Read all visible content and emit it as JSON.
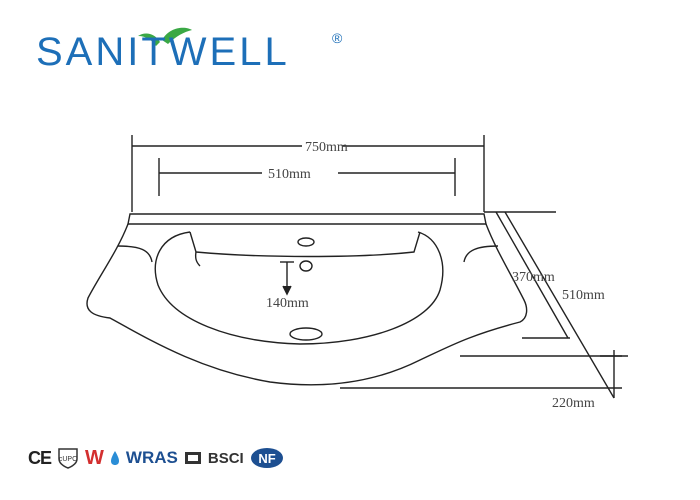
{
  "brand": {
    "name": "SANITWELL",
    "registered": "®",
    "colors": {
      "primary": "#1d6fb8",
      "leaf": "#3aa845"
    }
  },
  "dimensions": {
    "overall_width": "750mm",
    "basin_width": "510mm",
    "depth_inner": "370mm",
    "depth_outer": "510mm",
    "drain_offset": "140mm",
    "height": "220mm"
  },
  "certifications": {
    "ce": "CE",
    "upc": "cUPC",
    "watermark": "W",
    "wras": "WRAS",
    "bsci": "BSCI",
    "nf": "NF"
  }
}
